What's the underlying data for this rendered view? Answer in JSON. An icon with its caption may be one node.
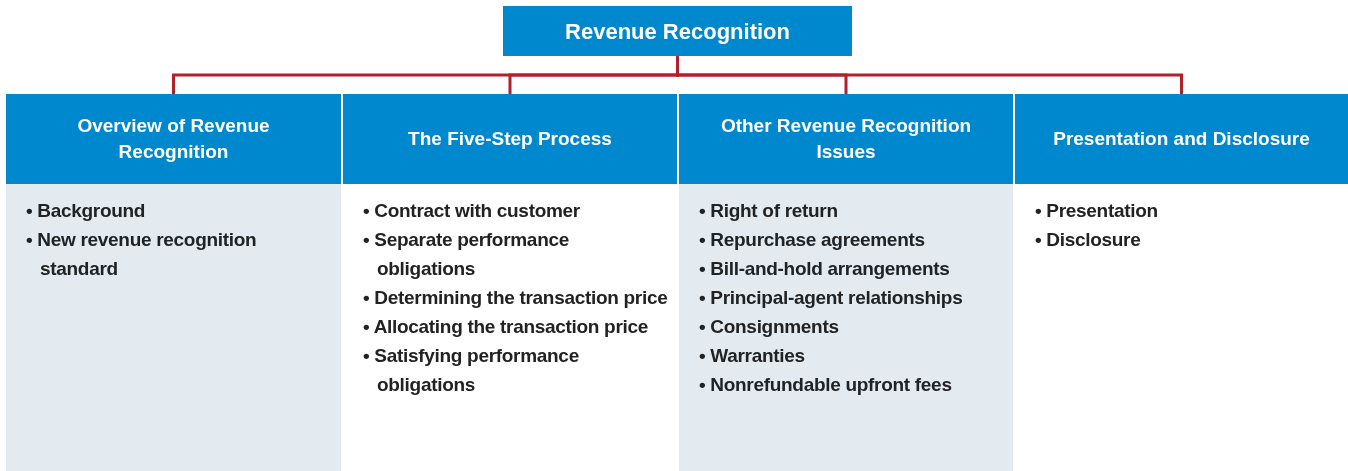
{
  "diagram": {
    "nodes": [
      {
        "text": [
          "Revenue Recognition"
        ]
      },
      {
        "text": [
          "Overview of Revenue Recognition",
          "• Background",
          "• New revenue recognition standard"
        ]
      },
      {
        "text": [
          "The Five-Step Process",
          "• Contract with customer",
          "• Separate performance obligations",
          "• Determining the transaction price",
          "• Allocating the transaction price",
          "• Satisfying performance obligations"
        ]
      },
      {
        "text": [
          "Other Revenue Recognition Issues",
          "• Right of return",
          "• Repurchase agreements",
          "• Bill-and-hold arrangements",
          "• Principal-agent relationships",
          "• Consignments",
          "• Warranties",
          "• Nonrefundable upfront fees"
        ]
      },
      {
        "text": [
          "Presentation and Disclosure",
          "• Presentation",
          "• Disclosure"
        ]
      }
    ],
    "edges": [
      {
        "from": 0,
        "to": 1,
        "arrow": "none"
      },
      {
        "from": 0,
        "to": 2,
        "arrow": "none"
      },
      {
        "from": 0,
        "to": 3,
        "arrow": "none"
      },
      {
        "from": 0,
        "to": 4,
        "arrow": "none"
      }
    ]
  }
}
